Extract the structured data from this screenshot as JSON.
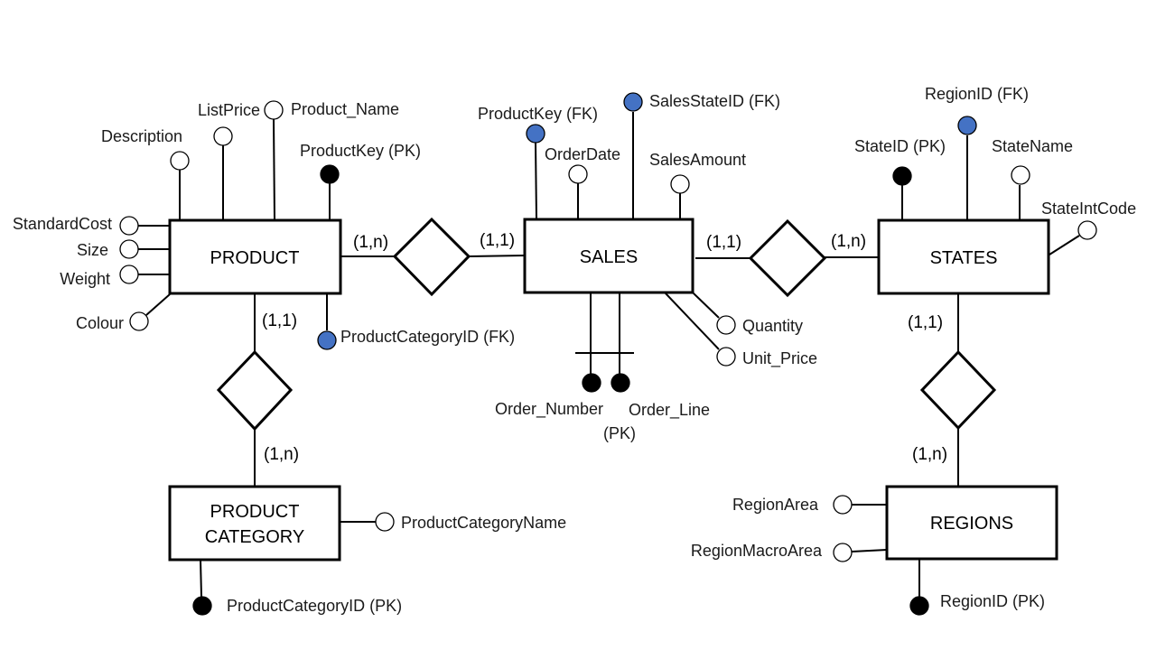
{
  "colors": {
    "pk": "#000000",
    "fk": "#4472c4",
    "attribute": "#ffffff"
  },
  "entities": {
    "product": {
      "name": "PRODUCT"
    },
    "sales": {
      "name": "SALES"
    },
    "states": {
      "name": "STATES"
    },
    "product_category": {
      "name_line1": "PRODUCT",
      "name_line2": "CATEGORY"
    },
    "regions": {
      "name": "REGIONS"
    }
  },
  "attributes": {
    "product": {
      "description": "Description",
      "list_price": "ListPrice",
      "product_name": "Product_Name",
      "product_key_pk": "ProductKey (PK)",
      "standard_cost": "StandardCost",
      "size": "Size",
      "weight": "Weight",
      "colour": "Colour",
      "product_category_id_fk": "ProductCategoryID  (FK)"
    },
    "sales": {
      "product_key_fk": "ProductKey (FK)",
      "sales_state_id_fk": "SalesStateID (FK)",
      "order_date": "OrderDate",
      "sales_amount": "SalesAmount",
      "quantity": "Quantity",
      "unit_price": "Unit_Price",
      "order_number": "Order_Number",
      "order_line": "Order_Line",
      "composite_pk": "(PK)"
    },
    "states": {
      "region_id_fk": "RegionID  (FK)",
      "state_id_pk": "StateID (PK)",
      "state_name": "StateName",
      "state_int_code": "StateIntCode"
    },
    "product_category": {
      "product_category_name": "ProductCategoryName",
      "product_category_id_pk": "ProductCategoryID  (PK)"
    },
    "regions": {
      "region_area": "RegionArea",
      "region_macro_area": "RegionMacroArea",
      "region_id_pk": "RegionID  (PK)"
    }
  },
  "cardinalities": {
    "product_sales_product_side": "(1,n)",
    "product_sales_sales_side": "(1,1)",
    "sales_states_sales_side": "(1,1)",
    "sales_states_states_side": "(1,n)",
    "product_category_product_side": "(1,1)",
    "product_category_category_side": "(1,n)",
    "states_regions_states_side": "(1,1)",
    "states_regions_regions_side": "(1,n)"
  }
}
